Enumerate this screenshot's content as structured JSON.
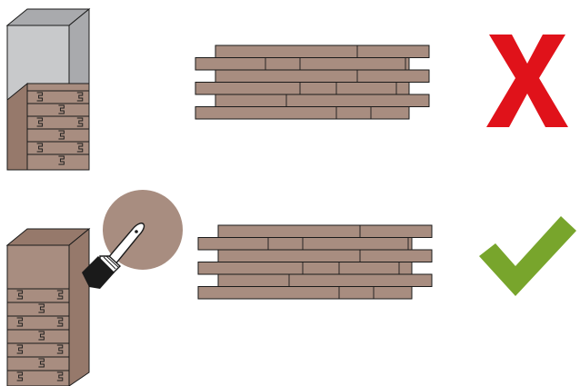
{
  "colors": {
    "board": "#a88d80",
    "outline": "#1a1a1a",
    "gray_panel": "#c8c9cb",
    "gray_panel_dark": "#a9aaad",
    "wrong_mark": "#e0121a",
    "right_mark": "#78a52c",
    "paint_circle": "#a88d80",
    "brush_handle": "#ffffff",
    "brush_bristles": "#1a1a1a"
  },
  "rows": [
    {
      "name": "unpainted-example",
      "panel_state": "gray-top-unpainted",
      "result_icon": "cross-icon",
      "result": "incorrect"
    },
    {
      "name": "painted-example",
      "panel_state": "fully-painted",
      "result_icon": "checkmark-icon",
      "result": "correct",
      "tool_icon": "paintbrush-icon"
    }
  ]
}
